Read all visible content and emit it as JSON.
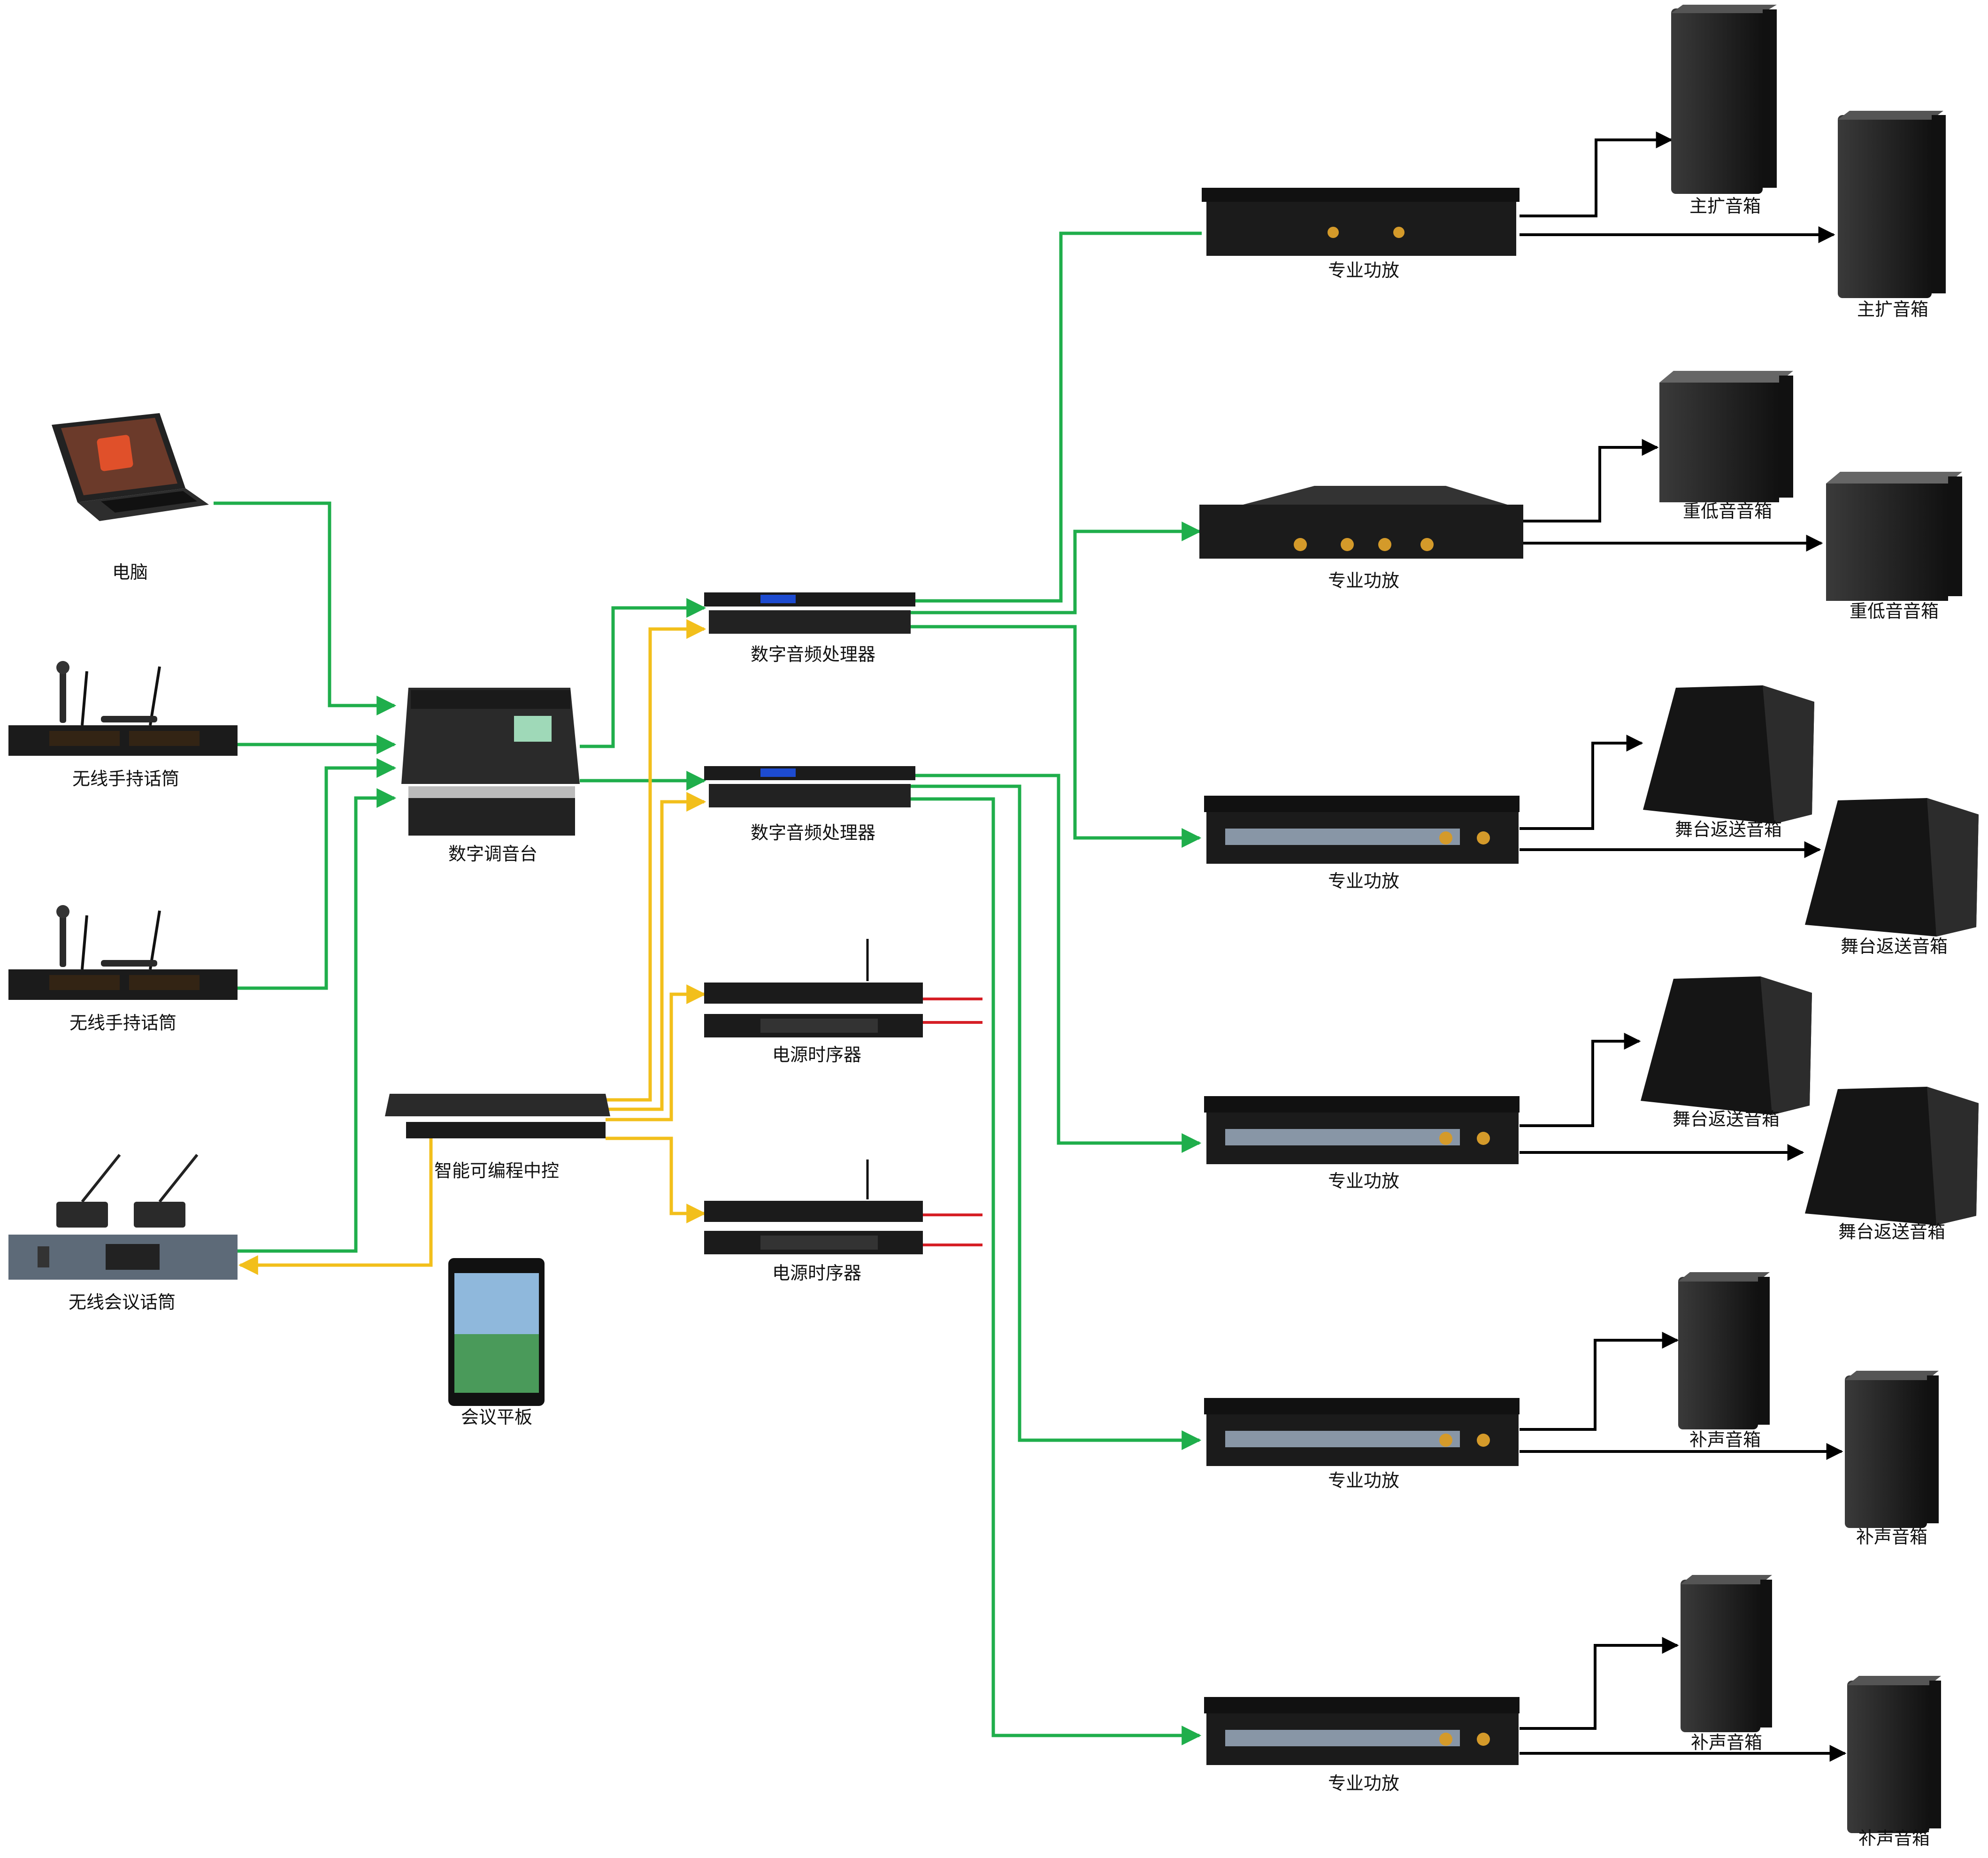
{
  "colors": {
    "audio_line": "#1fae4b",
    "control_line": "#f2bf1b",
    "speaker_line": "#000000",
    "power_line": "#d61f26",
    "device_body": "#1b1b1b",
    "device_panel": "#2b2b2b",
    "conference_unit": "#5d6a78"
  },
  "sources": {
    "computer": "电脑",
    "handheld_mic_1": "无线手持话筒",
    "handheld_mic_2": "无线手持话筒",
    "conference_mic": "无线会议话筒"
  },
  "center": {
    "mixer": "数字调音台",
    "processor_1": "数字音频处理器",
    "processor_2": "数字音频处理器",
    "controller": "智能可编程中控",
    "tablet": "会议平板",
    "sequencer_1": "电源时序器",
    "sequencer_2": "电源时序器"
  },
  "amps": [
    "专业功放",
    "专业功放",
    "专业功放",
    "专业功放",
    "专业功放",
    "专业功放"
  ],
  "speakers": {
    "main_1": "主扩音箱",
    "main_2": "主扩音箱",
    "sub_1": "重低音音箱",
    "sub_2": "重低音音箱",
    "monitor_1": "舞台返送音箱",
    "monitor_2": "舞台返送音箱",
    "monitor_3": "舞台返送音箱",
    "monitor_4": "舞台返送音箱",
    "fill_1": "补声音箱",
    "fill_2": "补声音箱",
    "fill_3": "补声音箱",
    "fill_4": "补声音箱"
  },
  "icons": [
    "laptop-icon",
    "wireless-receiver-icon",
    "mixer-icon",
    "dsp-processor-icon",
    "power-sequencer-icon",
    "central-controller-icon",
    "tablet-icon",
    "power-amplifier-icon",
    "fullrange-speaker-icon",
    "subwoofer-icon",
    "stage-monitor-icon"
  ]
}
